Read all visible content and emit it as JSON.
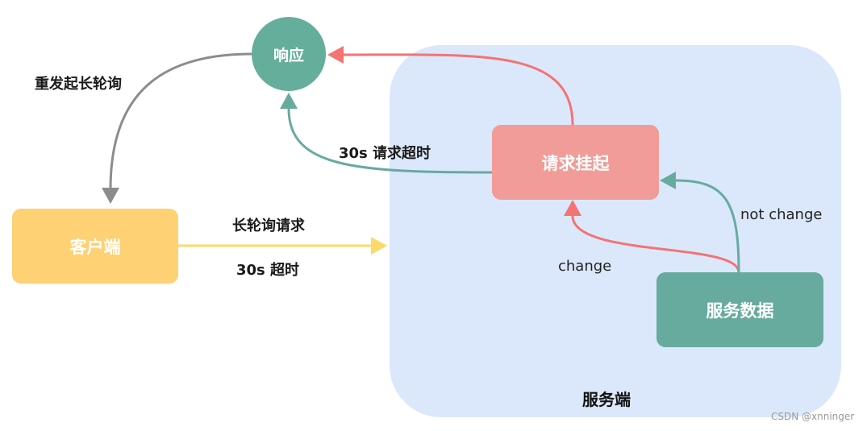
{
  "nodes": {
    "response": "响应",
    "client": "客户端",
    "suspend": "请求挂起",
    "service_data": "服务数据"
  },
  "containers": {
    "server": "服务端"
  },
  "edges": {
    "retry_long_poll": "重发起长轮询",
    "timeout_30s_request": "30s 请求超时",
    "long_poll_request": "长轮询请求",
    "timeout_30s": "30s 超时",
    "change": "change",
    "not_change": "not change"
  },
  "watermark": "CSDN @xnninger",
  "colors": {
    "server_bg": "#dbe8fb",
    "client": "#fdd174",
    "response": "#66ae9c",
    "suspend": "#f19c99",
    "service_data": "#67ab9f",
    "arrow_red": "#f47373",
    "arrow_green": "#67ab9f",
    "arrow_gray": "#8c8c8c",
    "arrow_yellow": "#fdd96a"
  }
}
